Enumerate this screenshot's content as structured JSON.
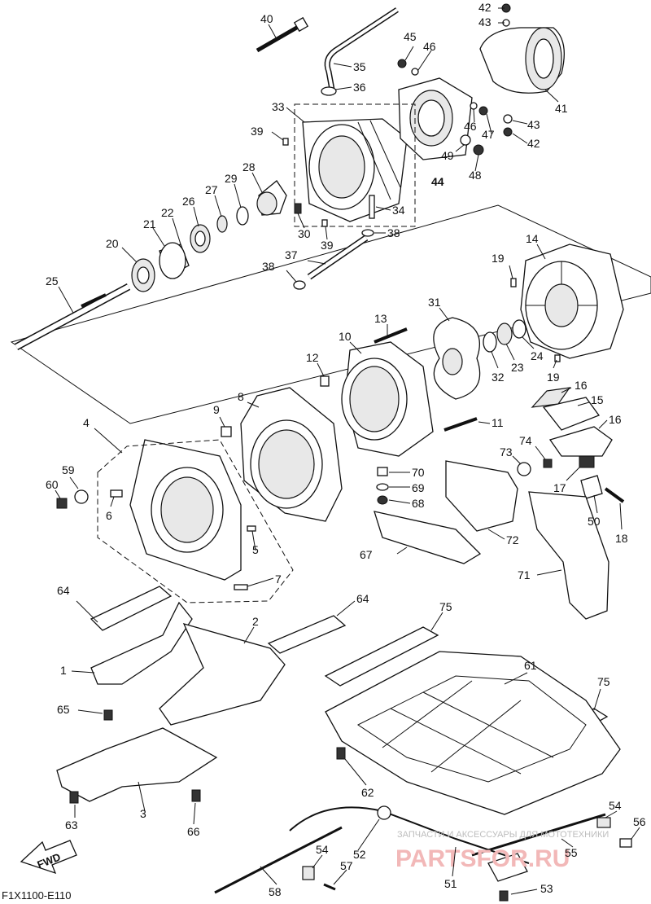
{
  "diagram": {
    "code": "F1X1100-E110",
    "fwd_label": "FWD",
    "watermark_small": "ЗАПЧАСТИ И АКСЕССУАРЫ ДЛЯ МОТОТЕХНИКИ",
    "watermark_large": "PARTSFOR.RU",
    "callouts": [
      {
        "id": "c40",
        "label": "40"
      },
      {
        "id": "c35",
        "label": "35"
      },
      {
        "id": "c36",
        "label": "36"
      },
      {
        "id": "c33",
        "label": "33"
      },
      {
        "id": "c39a",
        "label": "39"
      },
      {
        "id": "c45",
        "label": "45"
      },
      {
        "id": "c46a",
        "label": "46"
      },
      {
        "id": "c46b",
        "label": "46"
      },
      {
        "id": "c47",
        "label": "47"
      },
      {
        "id": "c49",
        "label": "49"
      },
      {
        "id": "c44",
        "label": "44"
      },
      {
        "id": "c48",
        "label": "48"
      },
      {
        "id": "c42a",
        "label": "42"
      },
      {
        "id": "c43a",
        "label": "43"
      },
      {
        "id": "c41",
        "label": "41"
      },
      {
        "id": "c43b",
        "label": "43"
      },
      {
        "id": "c42b",
        "label": "42"
      },
      {
        "id": "c28",
        "label": "28"
      },
      {
        "id": "c29",
        "label": "29"
      },
      {
        "id": "c27",
        "label": "27"
      },
      {
        "id": "c26",
        "label": "26"
      },
      {
        "id": "c22",
        "label": "22"
      },
      {
        "id": "c21",
        "label": "21"
      },
      {
        "id": "c20",
        "label": "20"
      },
      {
        "id": "c34",
        "label": "34"
      },
      {
        "id": "c30",
        "label": "30"
      },
      {
        "id": "c39b",
        "label": "39"
      },
      {
        "id": "c38a",
        "label": "38"
      },
      {
        "id": "c37",
        "label": "37"
      },
      {
        "id": "c38b",
        "label": "38"
      },
      {
        "id": "c25",
        "label": "25"
      },
      {
        "id": "c14",
        "label": "14"
      },
      {
        "id": "c19a",
        "label": "19"
      },
      {
        "id": "c31",
        "label": "31"
      },
      {
        "id": "c13",
        "label": "13"
      },
      {
        "id": "c10",
        "label": "10"
      },
      {
        "id": "c12",
        "label": "12"
      },
      {
        "id": "c32",
        "label": "32"
      },
      {
        "id": "c23",
        "label": "23"
      },
      {
        "id": "c24",
        "label": "24"
      },
      {
        "id": "c19b",
        "label": "19"
      },
      {
        "id": "c16a",
        "label": "16"
      },
      {
        "id": "c15",
        "label": "15"
      },
      {
        "id": "c16b",
        "label": "16"
      },
      {
        "id": "c8",
        "label": "8"
      },
      {
        "id": "c9",
        "label": "9"
      },
      {
        "id": "c11",
        "label": "11"
      },
      {
        "id": "c4",
        "label": "4"
      },
      {
        "id": "c73",
        "label": "73"
      },
      {
        "id": "c74",
        "label": "74"
      },
      {
        "id": "c17",
        "label": "17"
      },
      {
        "id": "c59",
        "label": "59"
      },
      {
        "id": "c60",
        "label": "60"
      },
      {
        "id": "c6",
        "label": "6"
      },
      {
        "id": "c70",
        "label": "70"
      },
      {
        "id": "c69",
        "label": "69"
      },
      {
        "id": "c68",
        "label": "68"
      },
      {
        "id": "c50",
        "label": "50"
      },
      {
        "id": "c18",
        "label": "18"
      },
      {
        "id": "c72",
        "label": "72"
      },
      {
        "id": "c5",
        "label": "5"
      },
      {
        "id": "c67",
        "label": "67"
      },
      {
        "id": "c71",
        "label": "71"
      },
      {
        "id": "c7",
        "label": "7"
      },
      {
        "id": "c64a",
        "label": "64"
      },
      {
        "id": "c64b",
        "label": "64"
      },
      {
        "id": "c75a",
        "label": "75"
      },
      {
        "id": "c2",
        "label": "2"
      },
      {
        "id": "c1",
        "label": "1"
      },
      {
        "id": "c61",
        "label": "61"
      },
      {
        "id": "c75b",
        "label": "75"
      },
      {
        "id": "c65",
        "label": "65"
      },
      {
        "id": "c62",
        "label": "62"
      },
      {
        "id": "c3",
        "label": "3"
      },
      {
        "id": "c63",
        "label": "63"
      },
      {
        "id": "c66",
        "label": "66"
      },
      {
        "id": "c54a",
        "label": "54"
      },
      {
        "id": "c56",
        "label": "56"
      },
      {
        "id": "c55",
        "label": "55"
      },
      {
        "id": "c54b",
        "label": "54"
      },
      {
        "id": "c52",
        "label": "52"
      },
      {
        "id": "c57",
        "label": "57"
      },
      {
        "id": "c51",
        "label": "51"
      },
      {
        "id": "c53",
        "label": "53"
      },
      {
        "id": "c58",
        "label": "58"
      }
    ]
  }
}
